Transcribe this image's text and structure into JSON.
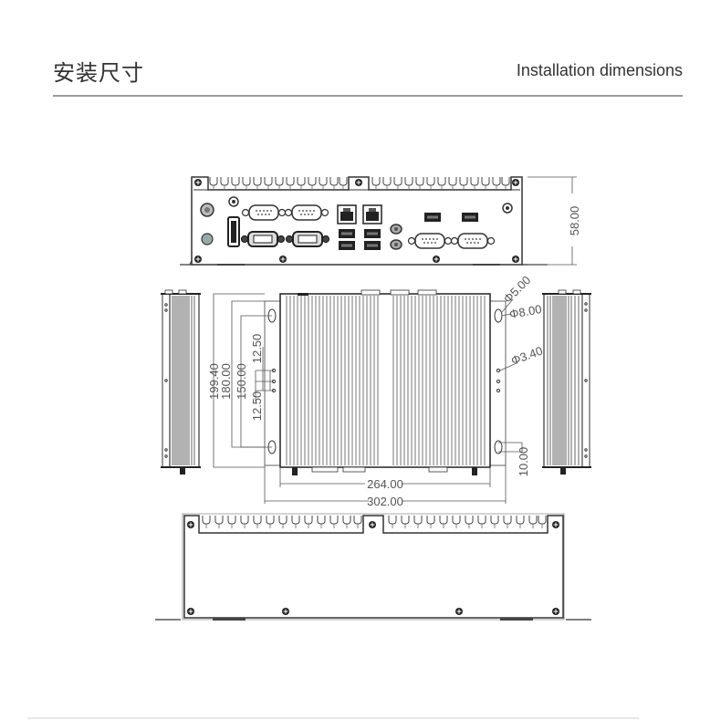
{
  "header": {
    "title_cn": "安装尺寸",
    "title_en": "Installation dimensions"
  },
  "drawing": {
    "front_view": {
      "height_label": "58.00",
      "ports": [
        "antenna",
        "power-button",
        "power-led",
        "hdmi",
        "com",
        "com",
        "com",
        "com",
        "rj45",
        "rj45",
        "usb",
        "usb",
        "usb",
        "usb",
        "audio",
        "audio",
        "usb",
        "usb",
        "com",
        "com",
        "antenna"
      ]
    },
    "top_view": {
      "dimensions": {
        "overall_depth": "199.40",
        "mount_outer": "180.00",
        "mount_hole_spacing": "150.00",
        "small_hole_top": "12.50",
        "small_hole_bottom": "12.50",
        "width_body": "264.00",
        "width_bracket": "302.00",
        "slot_offset": "10.00",
        "hole_d5": "Φ5.00",
        "hole_d8": "Φ8.00",
        "hole_d34": "Φ3.40"
      }
    }
  },
  "colors": {
    "line": "#333333",
    "rule": "#9a9a9a",
    "dim_line": "#555555"
  }
}
